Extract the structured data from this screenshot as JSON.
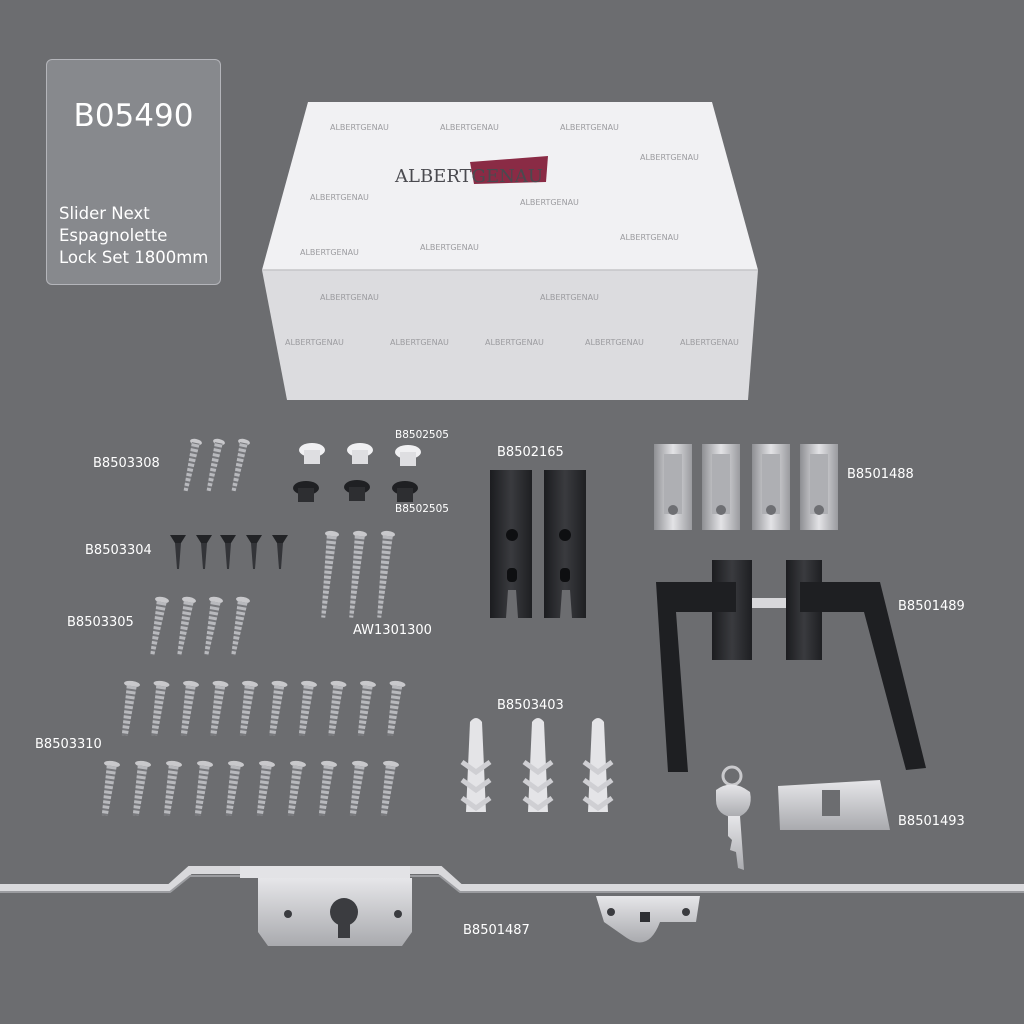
{
  "product": {
    "code": "B05490",
    "description_lines": [
      "Slider Next",
      "Espagnolette",
      "Lock Set 1800mm"
    ]
  },
  "box": {
    "brand_text": "ALBERTGENAU"
  },
  "parts": {
    "b8503308": "B8503308",
    "b8502505_top": "B8502505",
    "b8502505_bottom": "B8502505",
    "b8502165": "B8502165",
    "b8501488": "B8501488",
    "b8503304": "B8503304",
    "aw1301300": "AW1301300",
    "b8503305": "B8503305",
    "b8501489": "B8501489",
    "b8503403": "B8503403",
    "b8503310": "B8503310",
    "b8501493": "B8501493",
    "b8501487": "B8501487"
  },
  "colors": {
    "background": "#6c6d70",
    "box_white": "#e8e8ea",
    "brand_accent": "#8a2b45",
    "metal_silver": "#c9c9cc",
    "black_hardware": "#222326"
  }
}
